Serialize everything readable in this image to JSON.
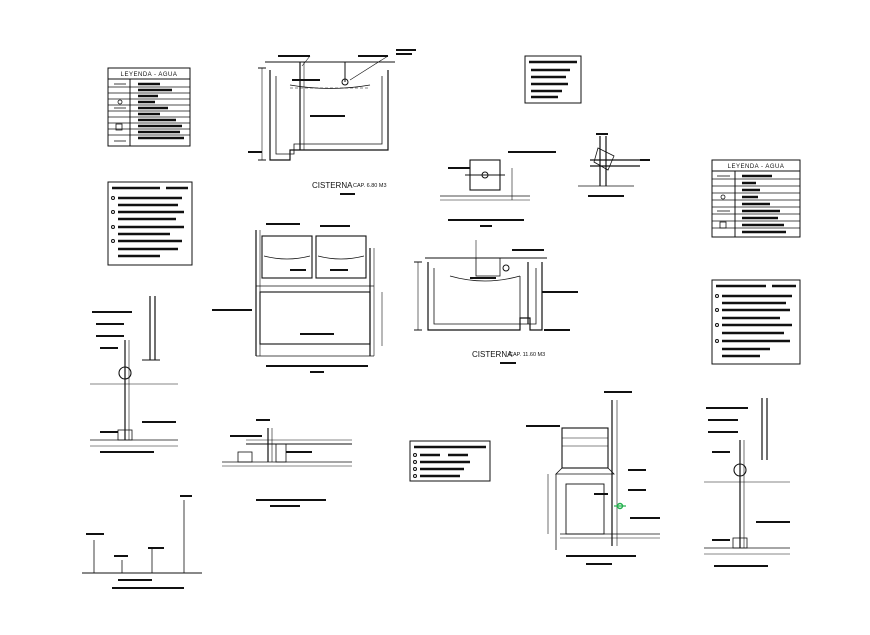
{
  "sheet": {
    "legend_left": {
      "title": "LEYENDA - AGUA"
    },
    "legend_right": {
      "title": "LEYENDA - AGUA"
    },
    "cistern_small": {
      "title": "CISTERNA",
      "capacity": "CAP. 6.80 M3"
    },
    "cistern_large": {
      "title": "CISTERNA",
      "capacity": "CAP. 11.60 M3"
    }
  },
  "colors": {
    "ink": "#111111",
    "background": "#ffffff",
    "accent_marker": "#22b14c"
  }
}
